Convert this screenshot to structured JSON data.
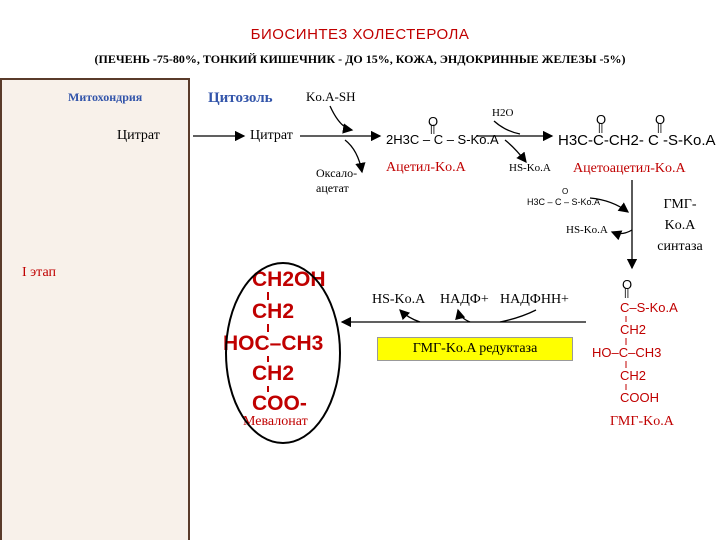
{
  "title": "БИОСИНТЕЗ ХОЛЕСТЕРОЛА",
  "subtitle": "(ПЕЧЕНЬ -75-80%, ТОНКИЙ КИШЕЧНИК - ДО 15%, КОЖА, ЭНДОКРИННЫЕ ЖЕЛЕЗЫ -5%)",
  "compartments": {
    "mitochondria": "Митохондрия",
    "cytosol": "Цитозоль"
  },
  "stage": "I этап",
  "labels": {
    "citrate_left": "Цитрат",
    "citrate_right": "Цитрат",
    "coa_sh": "Ko.A-SH",
    "oxaloacetate_1": "Оксало-",
    "oxaloacetate_2": "ацетат",
    "acetyl_coa": "Ацетил-Ko.A",
    "h2o": "H2O",
    "hs_coa_1": "HS-Ko.A",
    "acetoacetyl_coa": "Ацетоацетил-Ko.A",
    "hs_coa_2": "HS-Ko.A",
    "hmg_synthase_1": "ГМГ-",
    "hmg_synthase_2": "Ko.A",
    "hmg_synthase_3": "синтаза",
    "hs_coa_3": "HS-Ko.A",
    "nadph": "НАДФ+",
    "nadphh": "НАДФНН+",
    "hmg_reductase": "ГМГ-Ko.A редуктаза",
    "mevalonate": "Мевалонат",
    "hmg_coa": "ГМГ-Ko.A"
  },
  "formulas": {
    "acetyl": "2H3C – C – S-Ko.A",
    "acetoacetyl": "H3C-C-CH2- C -S-Ko.A",
    "small_acetyl": "H3C – C – S-Ko.A",
    "mevalonate_lines": [
      "CH2OH",
      "CH2",
      "HOC–CH3",
      "CH2",
      "COO-"
    ],
    "hmg_lines": [
      "C–S-Ko.A",
      "CH2",
      "HO–C–CH3",
      "CH2",
      "COOH"
    ]
  },
  "colors": {
    "accent_red": "#c00000",
    "accent_blue": "#3355aa",
    "box_yellow": "#ffff00",
    "panel": "#f8f1ea"
  }
}
